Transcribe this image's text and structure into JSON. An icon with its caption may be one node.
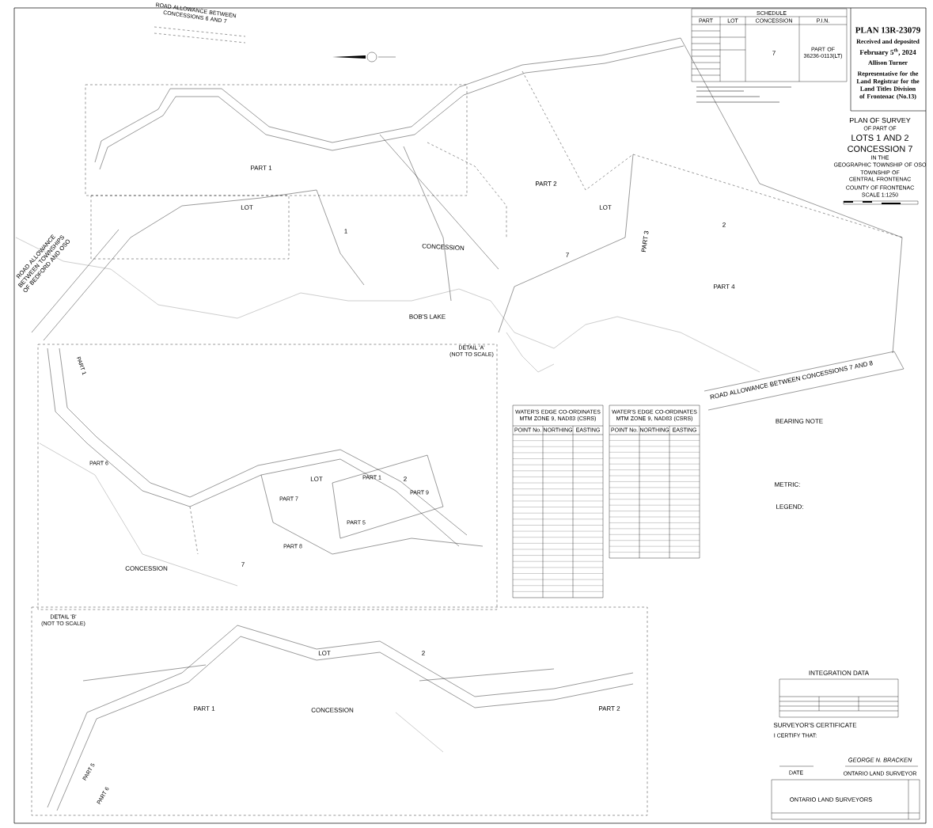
{
  "diagram": {
    "labels": [
      "PLAN 13R-23079",
      "Received and deposited",
      "February 5$^{th}$, 2024",
      "Allison Turner",
      "Representative for the Land Registrar for the Land Titles Division of Frontenac (No.13)",
      "SCHEDULE",
      "PART",
      "LOT",
      "CONCESSION",
      "P.I.N.",
      "7",
      "PART OF 36236-0113(LT)",
      "PLAN OF SURVEY",
      "OF PART OF",
      "LOTS 1 AND 2",
      "CONCESSION 7",
      "IN THE",
      "GEOGRAPHIC TOWNSHIP OF OSO",
      "TOWNSHIP OF CENTRAL FRONTENAC",
      "COUNTY OF FRONTENAC",
      "SCALE 1:1250",
      "PART 1",
      "PART 2",
      "PART 3",
      "PART 4",
      "LOT",
      "1",
      "LOT",
      "2",
      "CONCESSION",
      "7",
      "BOB'S LAKE",
      "ROAD ALLOWANCE BETWEEN CONCESSIONS 7 AND 8",
      "ROAD ALLOWANCE BETWEEN TOWNSHIPS OF BEDFORD AND OSO",
      "ROAD ALLOWANCE BETWEEN CONCESSIONS 6 AND 7",
      "DETAIL 'A'",
      "(NOT TO SCALE)",
      "LOT",
      "2",
      "PART 1",
      "PART 6",
      "PART 7",
      "PART 8",
      "PART 5",
      "PART 9",
      "PART 1",
      "CONCESSION",
      "7",
      "DETAIL 'B'",
      "(NOT TO SCALE)",
      "LOT",
      "2",
      "PART 1",
      "CONCESSION",
      "PART 2",
      "PART 5",
      "PART 6",
      "WATER'S EDGE CO-ORDINATES MTM ZONE 9, NAD83 (CSRS)",
      "POINT No.",
      "NORTHING",
      "EASTING",
      "WATER'S EDGE CO-ORDINATES MTM ZONE 9, NAD83 (CSRS)",
      "POINT No.",
      "NORTHING",
      "EASTING",
      "BEARING NOTE",
      "METRIC:",
      "LEGEND:",
      "INTEGRATION DATA",
      "SURVEYOR'S CERTIFICATE",
      "I CERTIFY THAT:",
      "GEORGE N. BRACKEN",
      "DATE",
      "ONTARIO LAND SURVEYOR",
      "ONTARIO LAND SURVEYORS"
    ]
  }
}
